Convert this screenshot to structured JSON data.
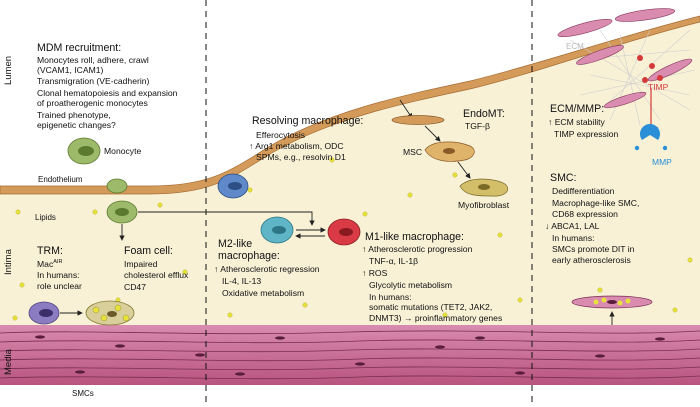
{
  "side_labels": {
    "lumen": "Lumen",
    "intima": "Intima",
    "media": "Media"
  },
  "mdm": {
    "title": "MDM recruitment:",
    "lines": [
      "Monocytes roll, adhere, crawl",
      "(VCAM1, ICAM1)",
      "Transmigration (VE-cadherin)",
      "Clonal hematopoiesis and expansion",
      "of proatherogenic monocytes",
      "Trained phenotype,",
      "epigenetic changes?"
    ]
  },
  "monocyte_label": "Monocyte",
  "endothelium_label": "Endothelium",
  "lipids_label": "Lipids",
  "trm": {
    "title": "TRM:",
    "mac": "Mac",
    "mac_sup": "AIR",
    "lines": [
      "In humans:",
      "role unclear"
    ]
  },
  "foam": {
    "title": "Foam cell:",
    "lines": [
      "Impaired",
      "cholesterol efflux",
      "CD47"
    ]
  },
  "resolving": {
    "title": "Resolving macrophage:",
    "lines": [
      "Efferocytosis",
      "Arg1 metabolism, ODC",
      "SPMs, e.g., resolvin D1"
    ]
  },
  "m2": {
    "title_lines": [
      "M2-like",
      "macrophage:"
    ],
    "lines": [
      "Atherosclerotic regression",
      "IL-4, IL-13",
      "Oxidative metabolism"
    ]
  },
  "m1": {
    "title": "M1-like macrophage:",
    "lines": [
      "Atherosclerotic progression",
      "TNF-α, IL-1β",
      "ROS",
      "Glycolytic metabolism",
      "In humans:",
      "somatic mutations (TET2, JAK2,",
      "DNMT3)",
      "proinflammatory genes"
    ]
  },
  "endomt": {
    "title": "EndoMT:",
    "line": "TGF-β"
  },
  "msc_label": "MSC",
  "myofibroblast_label": "Myofibroblast",
  "ecm_label": "ECM",
  "timp_label": "TIMP",
  "mmp_label": "MMP",
  "ecm_mmp": {
    "title": "ECM/MMP:",
    "lines": [
      "ECM stability",
      "TIMP expression"
    ]
  },
  "smc": {
    "title": "SMC:",
    "lines": [
      "Dedifferentiation",
      "Macrophage-like SMC,",
      "CD68 expression",
      "ABCA1, LAL",
      "In humans:",
      "SMCs promote DIT in",
      "early atherosclerosis"
    ]
  },
  "smcs_label": "SMCs",
  "colors": {
    "intima": "#f8f1d6",
    "media": "#c9608f",
    "endothelium": "#d39a5a",
    "m1": "#d93a45",
    "m2": "#5fb5c6",
    "resolving": "#5f89c9",
    "monocyte": "#9dba6a",
    "trm": "#8b7bc0"
  }
}
